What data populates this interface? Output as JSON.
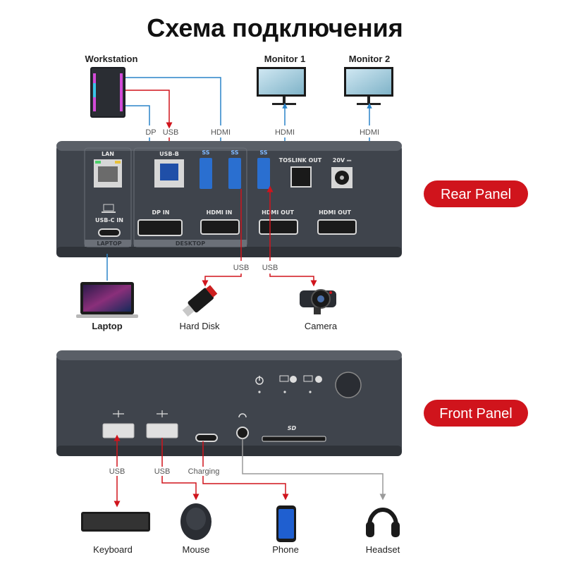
{
  "title": "Схема подключения",
  "badges": {
    "rear": "Rear Panel",
    "front": "Front Panel"
  },
  "colors": {
    "red": "#d0141c",
    "blue": "#2a84c8",
    "grey": "#9a9a9a",
    "panel": "#434850",
    "panel_top": "#5a5f67"
  },
  "top_devices": {
    "workstation": "Workstation",
    "monitor1": "Monitor 1",
    "monitor2": "Monitor 2"
  },
  "top_cable_labels": {
    "dp": "DP",
    "usb": "USB",
    "hdmi": "HDMI",
    "hdmi_m1": "HDMI",
    "hdmi_m2": "HDMI"
  },
  "rear_port_labels": {
    "lan": "LAN",
    "usb_b": "USB-B",
    "toslink": "TOSLINK OUT",
    "power": "20V ⎓",
    "usbc_in": "USB-C IN",
    "dp_in": "DP IN",
    "hdmi_in": "HDMI IN",
    "hdmi_out1": "HDMI OUT",
    "hdmi_out2": "HDMI OUT",
    "group_laptop": "LAPTOP",
    "group_desktop": "DESKTOP",
    "ss": "SS"
  },
  "mid_cable_labels": {
    "usb1": "USB",
    "usb2": "USB"
  },
  "mid_devices": {
    "laptop": "Laptop",
    "hard_disk": "Hard Disk",
    "camera": "Camera"
  },
  "front_port_labels": {
    "sd": "SD"
  },
  "bottom_cable_labels": {
    "usb1": "USB",
    "usb2": "USB",
    "charging": "Charging"
  },
  "bottom_devices": {
    "keyboard": "Keyboard",
    "mouse": "Mouse",
    "phone": "Phone",
    "headset": "Headset"
  }
}
